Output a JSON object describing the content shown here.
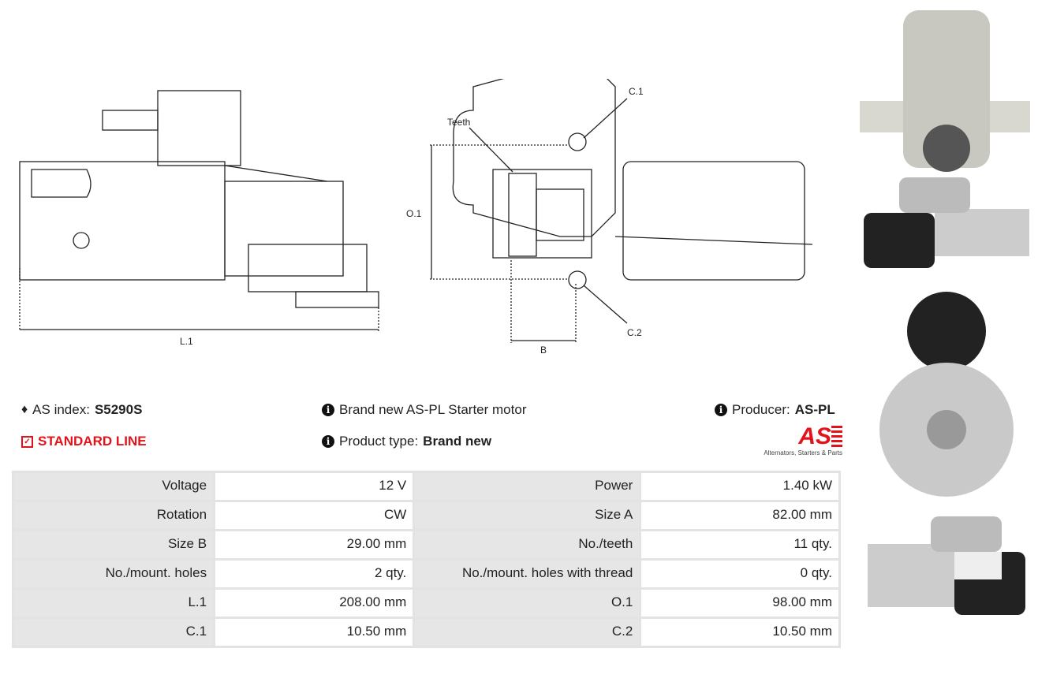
{
  "drawing_labels": {
    "l1": "L.1",
    "o1": "O.1",
    "b": "B",
    "c1": "C.1",
    "c2": "C.2",
    "teeth": "Teeth"
  },
  "header": {
    "as_index_label": "AS index:",
    "as_index_value": "S5290S",
    "line": "STANDARD LINE",
    "description": "Brand new AS-PL Starter motor",
    "product_type_label": "Product type:",
    "product_type_value": "Brand new",
    "producer_label": "Producer:",
    "producer_value": "AS-PL",
    "logo_text": "AS",
    "logo_tagline": "Alternators, Starters & Parts"
  },
  "colors": {
    "accent": "#e3131b"
  },
  "specs": [
    [
      {
        "l": "Voltage",
        "v": "12 V"
      },
      {
        "l": "Power",
        "v": "1.40 kW"
      }
    ],
    [
      {
        "l": "Rotation",
        "v": "CW"
      },
      {
        "l": "Size A",
        "v": "82.00 mm"
      }
    ],
    [
      {
        "l": "Size B",
        "v": "29.00 mm"
      },
      {
        "l": "No./teeth",
        "v": "11 qty."
      }
    ],
    [
      {
        "l": "No./mount. holes",
        "v": "2 qty."
      },
      {
        "l": "No./mount. holes with thread",
        "v": "0 qty."
      }
    ],
    [
      {
        "l": "L.1",
        "v": "208.00 mm"
      },
      {
        "l": "O.1",
        "v": "98.00 mm"
      }
    ],
    [
      {
        "l": "C.1",
        "v": "10.50 mm"
      },
      {
        "l": "C.2",
        "v": "10.50 mm"
      }
    ]
  ]
}
